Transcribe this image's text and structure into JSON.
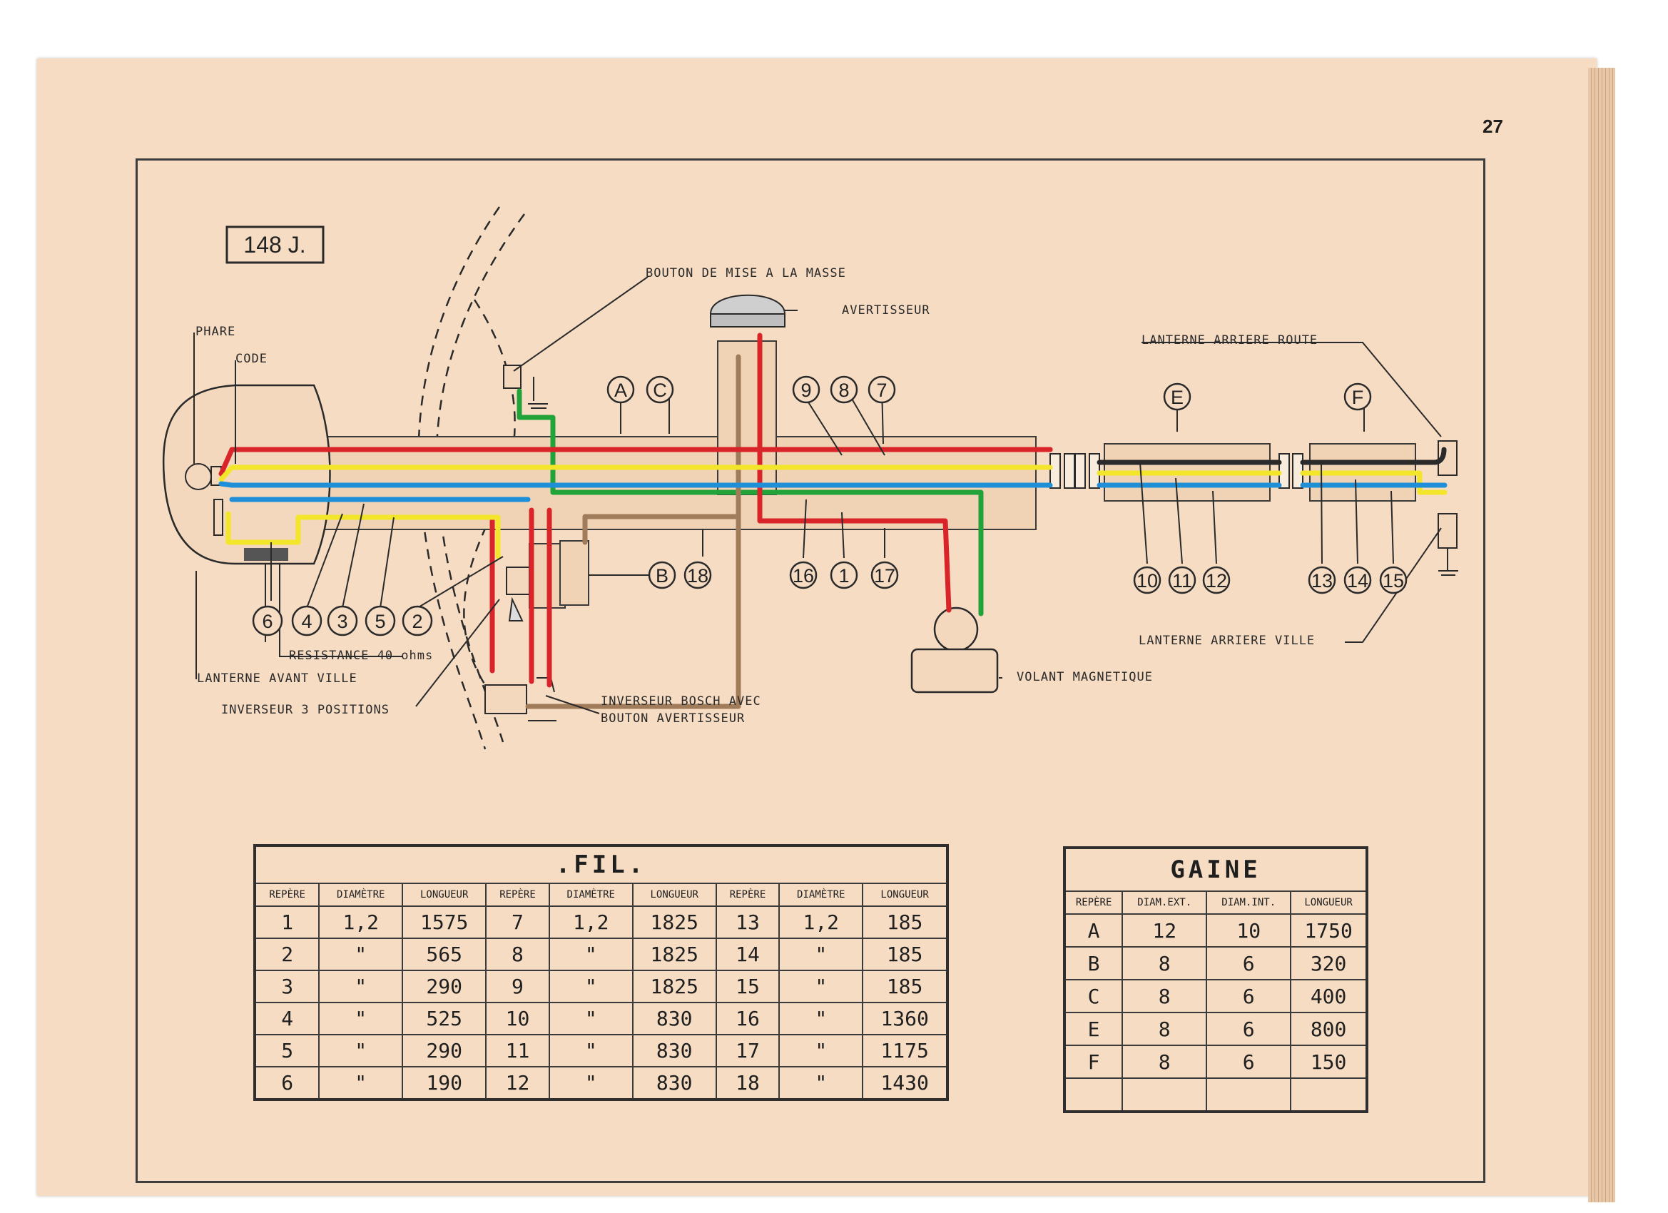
{
  "page": {
    "number": "27",
    "figure_ref": "148 J."
  },
  "colors": {
    "red": "#d9252a",
    "yellow": "#f2e52a",
    "blue": "#1f8fd8",
    "green": "#22a33a",
    "brown": "#a07c5a",
    "black": "#2a2a2a",
    "paper": "#f6dcc3"
  },
  "labels": {
    "phare": "PHARE",
    "code": "CODE",
    "bouton": "BOUTON DE MISE A LA MASSE",
    "avertisseur": "AVERTISSEUR",
    "lanterne_arriere_route": "LANTERNE ARRIERE ROUTE",
    "lanterne_arriere_ville": "LANTERNE ARRIERE VILLE",
    "resistance": "RESISTANCE 40 ohms",
    "lanterne_avant_ville": "LANTERNE AVANT VILLE",
    "inverseur_3": "INVERSEUR 3 POSITIONS",
    "inverseur_bosch_1": "INVERSEUR BOSCH AVEC",
    "inverseur_bosch_2": "BOUTON AVERTISSEUR",
    "volant": "VOLANT MAGNETIQUE"
  },
  "callouts": [
    "A",
    "C",
    "9",
    "8",
    "7",
    "E",
    "F",
    "B",
    "18",
    "16",
    "1",
    "17",
    "10",
    "11",
    "12",
    "13",
    "14",
    "15",
    "6",
    "4",
    "3",
    "5",
    "2"
  ],
  "fil": {
    "title": ".FIL.",
    "headers": [
      "REPÈRE",
      "DIAMÈTRE",
      "LONGUEUR",
      "REPÈRE",
      "DIAMÈTRE",
      "LONGUEUR",
      "REPÈRE",
      "DIAMÈTRE",
      "LONGUEUR"
    ],
    "rows": [
      [
        "1",
        "1,2",
        "1575",
        "7",
        "1,2",
        "1825",
        "13",
        "1,2",
        "185"
      ],
      [
        "2",
        "\"",
        "565",
        "8",
        "\"",
        "1825",
        "14",
        "\"",
        "185"
      ],
      [
        "3",
        "\"",
        "290",
        "9",
        "\"",
        "1825",
        "15",
        "\"",
        "185"
      ],
      [
        "4",
        "\"",
        "525",
        "10",
        "\"",
        "830",
        "16",
        "\"",
        "1360"
      ],
      [
        "5",
        "\"",
        "290",
        "11",
        "\"",
        "830",
        "17",
        "\"",
        "1175"
      ],
      [
        "6",
        "\"",
        "190",
        "12",
        "\"",
        "830",
        "18",
        "\"",
        "1430"
      ]
    ]
  },
  "gaine": {
    "title": "GAINE",
    "headers": [
      "REPÈRE",
      "DIAM.EXT.",
      "DIAM.INT.",
      "LONGUEUR"
    ],
    "rows": [
      [
        "A",
        "12",
        "10",
        "1750"
      ],
      [
        "B",
        "8",
        "6",
        "320"
      ],
      [
        "C",
        "8",
        "6",
        "400"
      ],
      [
        "E",
        "8",
        "6",
        "800"
      ],
      [
        "F",
        "8",
        "6",
        "150"
      ],
      [
        "",
        "",
        "",
        ""
      ]
    ]
  }
}
